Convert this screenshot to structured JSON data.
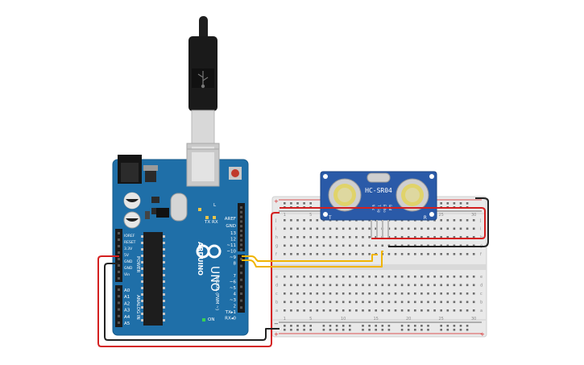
{
  "arduino": {
    "brand": "ARDUINO",
    "model": "UNO",
    "digital_label": "DIGITAL (PWM ~)",
    "power_label": "POWER",
    "analog_label": "ANALOG IN",
    "tx_label": "TX",
    "rx_label": "RX",
    "l_label": "L",
    "on_label": "ON",
    "aref_label": "AREF",
    "gnd_label": "GND",
    "digital_pins": [
      "13",
      "12",
      "~11",
      "~10",
      "~9",
      "8",
      "7",
      "~6",
      "~5",
      "4",
      "~3",
      "2",
      "TX▸1",
      "RX◂0"
    ],
    "power_pins": [
      "IOREF",
      "RESET",
      "3.3V",
      "5V",
      "GND",
      "GND",
      "Vin"
    ],
    "analog_pins": [
      "A0",
      "A1",
      "A2",
      "A3",
      "A4",
      "A5"
    ]
  },
  "sensor": {
    "title": "HC-SR04",
    "left_mark": "T",
    "right_mark": "R",
    "pins": [
      "Vcc",
      "Trig",
      "Echo",
      "Gnd"
    ]
  },
  "breadboard": {
    "row_letters_top": [
      "j",
      "i",
      "h",
      "g",
      "f"
    ],
    "row_letters_bottom": [
      "e",
      "d",
      "c",
      "b",
      "a"
    ],
    "column_numbers": [
      "1",
      "5",
      "10",
      "15",
      "20",
      "25",
      "30"
    ],
    "rail_plus": "+",
    "rail_minus": "−"
  },
  "colors": {
    "board": "#1f6fa8",
    "board_dark": "#165a8a",
    "sensor_pcb": "#2a5aa8",
    "wire_red": "#d42020",
    "wire_black": "#222222",
    "wire_yellow": "#f0b400",
    "breadboard": "#e9e9e9"
  }
}
